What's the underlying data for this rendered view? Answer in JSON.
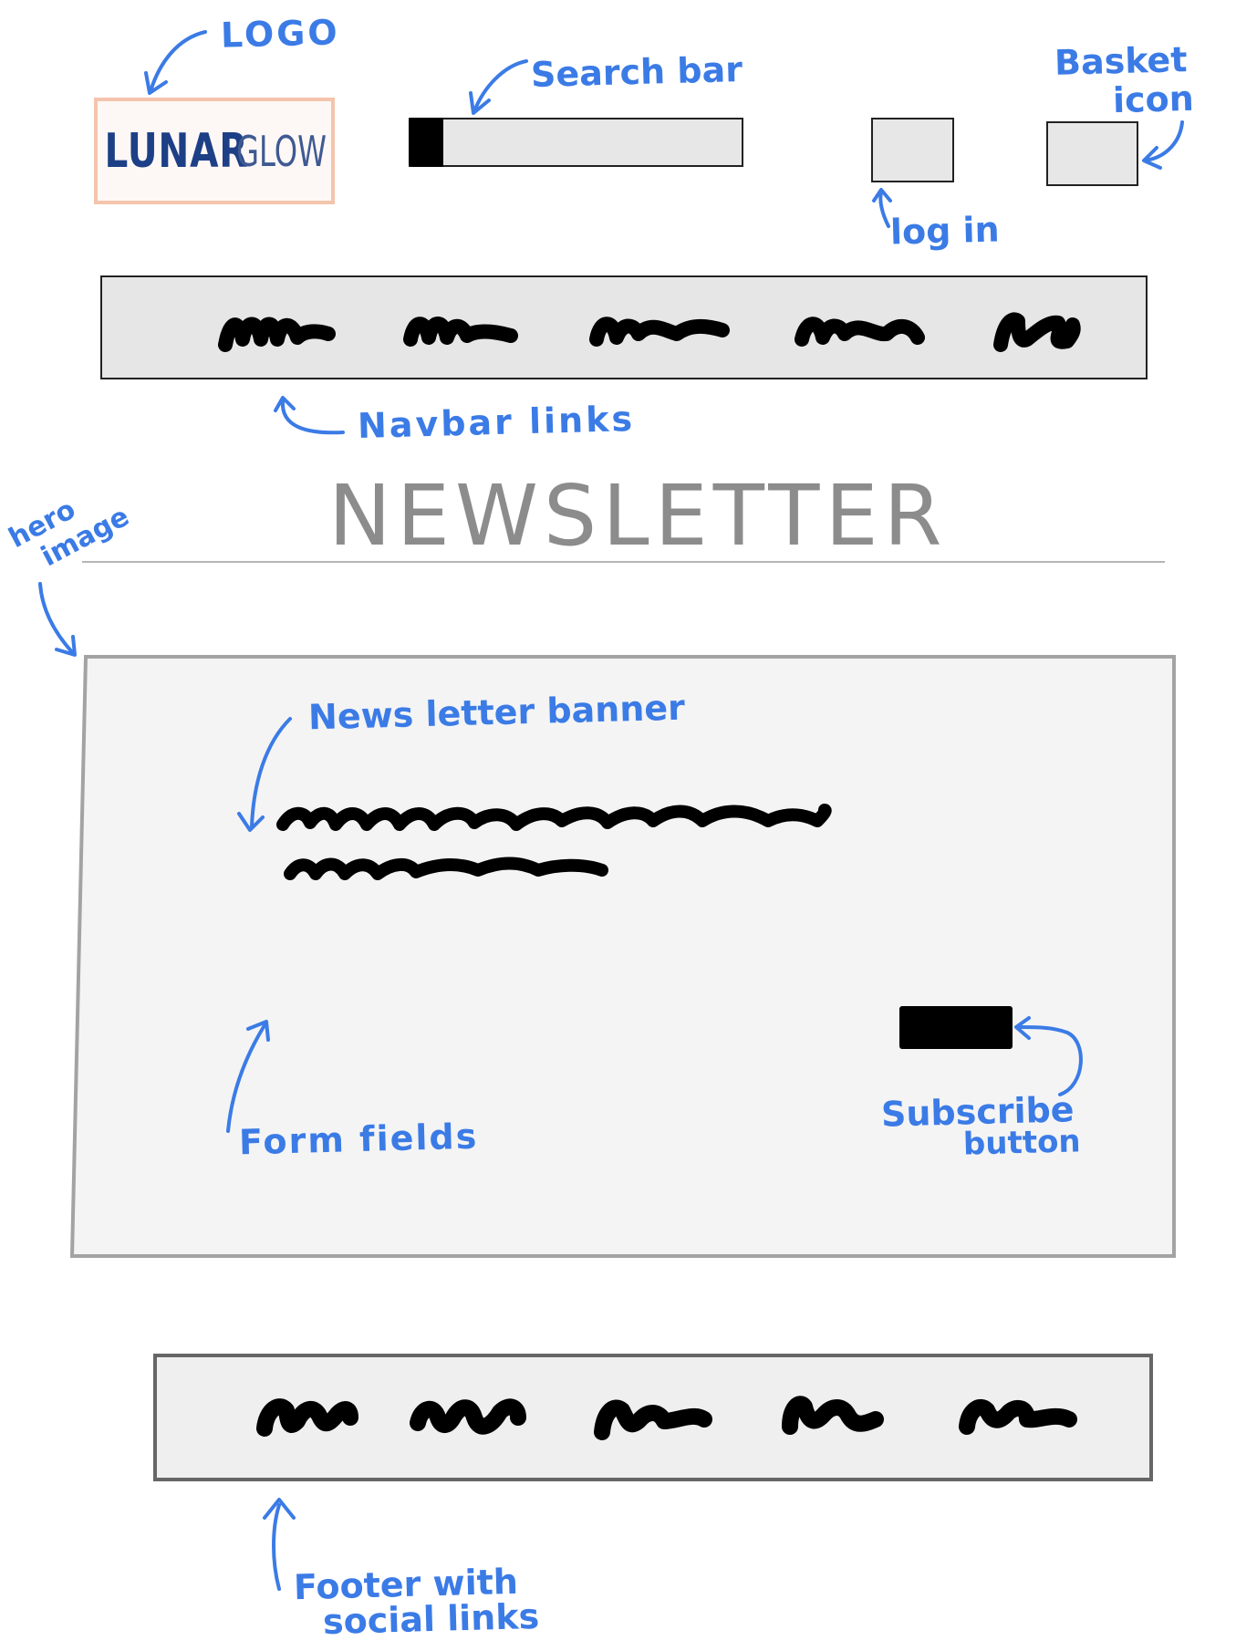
{
  "annotations": {
    "logo": "LOGO",
    "search_bar": "Search bar",
    "basket_line1": "Basket",
    "basket_line2": "icon",
    "login": "log in",
    "navbar_links": "Navbar links",
    "hero_line1": "hero",
    "hero_line2": "image",
    "newsletter_banner": "News letter banner",
    "form_fields": "Form fields",
    "subscribe_line1": "Subscribe",
    "subscribe_line2": "button",
    "footer_line1": "Footer with",
    "footer_line2": "social links"
  },
  "logo": {
    "word1": "LUNAR",
    "word2": "GLOW"
  },
  "newsletter_title": "NEWSLETTER",
  "colors": {
    "annotation": "#3b7be6",
    "logo_border": "#f4c4ad",
    "logo_text": "#1d3f86",
    "box_fill": "#e7e7e7",
    "banner_fill": "#dcdcdc",
    "hero_fill": "#f4f4f4"
  },
  "icons": {
    "search": "search-icon",
    "arrow": "arrow-icon"
  }
}
